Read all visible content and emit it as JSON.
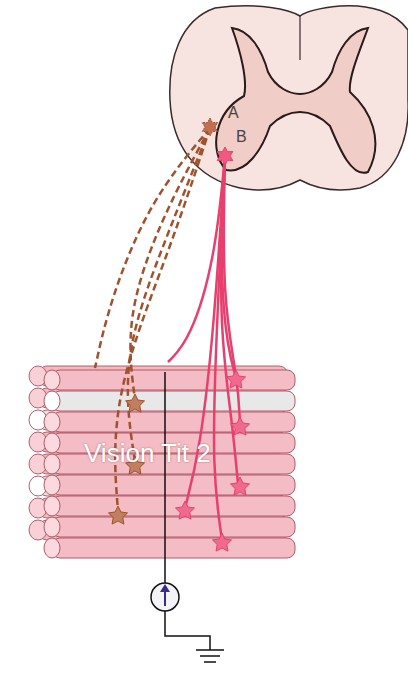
{
  "diagram": {
    "labels": [
      "A",
      "B",
      "Vision Tit 2"
    ]
  }
}
